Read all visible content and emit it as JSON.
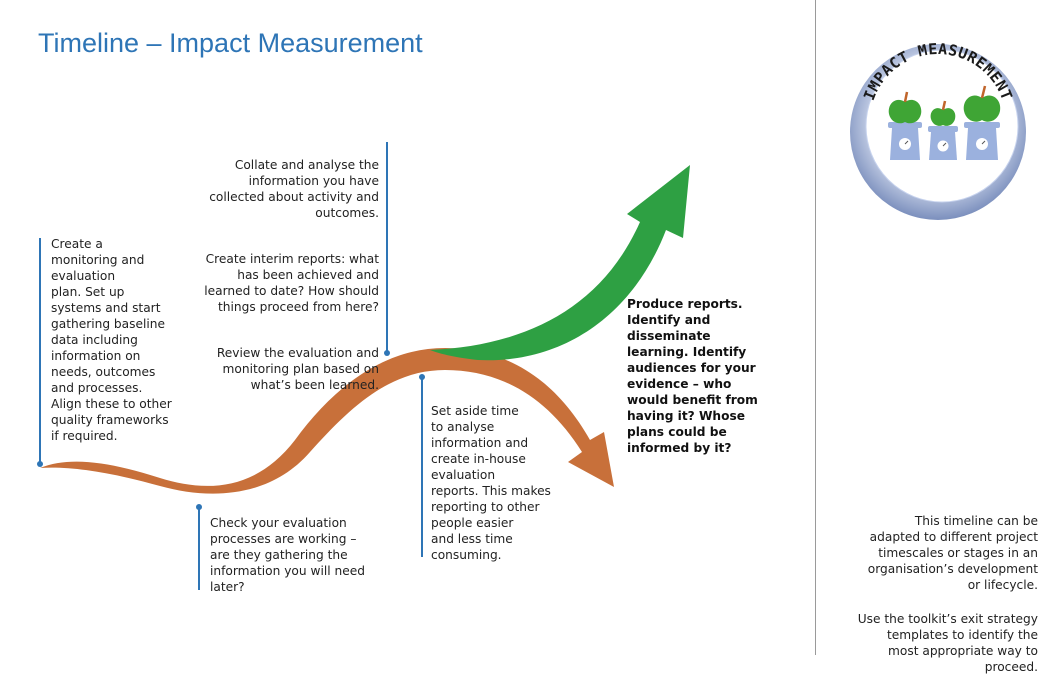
{
  "title": "Timeline – Impact Measurement",
  "logo": {
    "text": "IMPACT MEASUREMENT",
    "icon": "apples-on-scales-icon",
    "colors": {
      "ring": "#7b8fbd",
      "inner": "#c7d3ee",
      "scale": "#9bb1de",
      "apple": "#3fa535",
      "stem": "#c0652b"
    }
  },
  "colors": {
    "title": "#2e75b6",
    "orange_arrow": "#c8703a",
    "green_arrow": "#2ea043",
    "markers": "#2e75b6"
  },
  "steps": {
    "step1": "Create a\nmonitoring and\nevaluation\nplan. Set up\nsystems and start\ngathering baseline\ndata including\ninformation on\nneeds, outcomes\nand processes.\nAlign these to other\nquality frameworks\nif required.",
    "step2": "Check your evaluation\nprocesses are working –\nare they gathering the\ninformation you will need\nlater?",
    "step3_p1": "Collate and analyse the\ninformation you have\ncollected about activity and\noutcomes.",
    "step3_p2": "Create interim reports: what\nhas been achieved and\nlearned to date? How should\nthings proceed from here?",
    "step3_p3": "Review the evaluation and\nmonitoring plan based on\nwhat’s been learned.",
    "step4": "Set aside time\nto analyse\ninformation and\ncreate in-house\nevaluation\nreports. This makes\nreporting to other\npeople easier\nand less time\nconsuming.",
    "step5": "Produce reports.\nIdentify and\ndisseminate\nlearning. Identify\naudiences for your\nevidence – who\nwould benefit from\nhaving it? Whose\nplans could be\ninformed by it?"
  },
  "sidebar": {
    "note1": "This timeline can be\nadapted to different project\ntimescales or stages in an\norganisation’s development\nor lifecycle.",
    "note2": "Use the toolkit’s exit strategy\ntemplates to identify the\nmost appropriate way to\nproceed."
  }
}
